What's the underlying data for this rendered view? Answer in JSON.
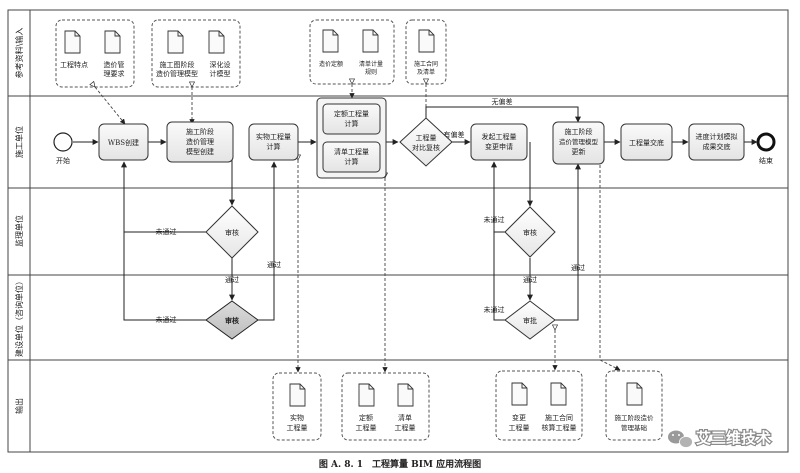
{
  "lanes": {
    "input": "参考资料\\输入",
    "construction": "施工单位",
    "supervision": "监理单位",
    "owner": "建设单位（咨询单位）",
    "output": "输出"
  },
  "docs": {
    "features_l1": "工程特点",
    "features_l2": "",
    "cost_l1": "造价管",
    "cost_l2": "理要求",
    "stage_model_l1": "施工图阶段",
    "stage_model_l2": "造价管理模型",
    "deep_model_l1": "深化设",
    "deep_model_l2": "计模型",
    "quota_l1": "造价定额",
    "quota_l2": "",
    "bill_rule_l1": "清单计量",
    "bill_rule_l2": "规则",
    "contract_l1": "施工合同",
    "contract_l2": "及清单",
    "out_physical_l1": "实物",
    "out_physical_l2": "工程量",
    "out_quota_l1": "定额",
    "out_quota_l2": "工程量",
    "out_bill_l1": "清单",
    "out_bill_l2": "工程量",
    "out_change_l1": "变更",
    "out_change_l2": "工程量",
    "out_contract_l1": "施工合同",
    "out_contract_l2": "核算工程量",
    "out_model_l1": "施工阶段造价",
    "out_model_l2": "管理基础"
  },
  "nodes": {
    "start": "开始",
    "end": "结束",
    "wbs": "WBS创建",
    "stage_create_l1": "施工阶段",
    "stage_create_l2": "造价管理",
    "stage_create_l3": "模型创建",
    "physical_l1": "实物工程量",
    "physical_l2": "计算",
    "quota_calc_l1": "定额工程量",
    "quota_calc_l2": "计算",
    "bill_calc_l1": "清单工程量",
    "bill_calc_l2": "计算",
    "compare_l1": "工程量",
    "compare_l2": "对比复核",
    "change_req_l1": "发起工程量",
    "change_req_l2": "变更申请",
    "model_update_l1": "施工阶段",
    "model_update_l2": "造价管理模型",
    "model_update_l3": "更新",
    "handover": "工程量交底",
    "schedule_l1": "进度计划模拟",
    "schedule_l2": "成果交底",
    "review1": "审核",
    "review2": "审核",
    "approve1": "审核",
    "approve2": "审批"
  },
  "flow_labels": {
    "fail1": "未通过",
    "fail2": "未通过",
    "fail3": "未通过",
    "fail4": "未通过",
    "pass1": "通过",
    "pass2": "通过",
    "pass3": "通过",
    "pass4": "通过",
    "deviation": "有偏差",
    "no_deviation": "无偏差"
  },
  "caption": "图 A. 8. 1　工程算量 BIM 应用流程图",
  "watermark": "艾三维技术"
}
